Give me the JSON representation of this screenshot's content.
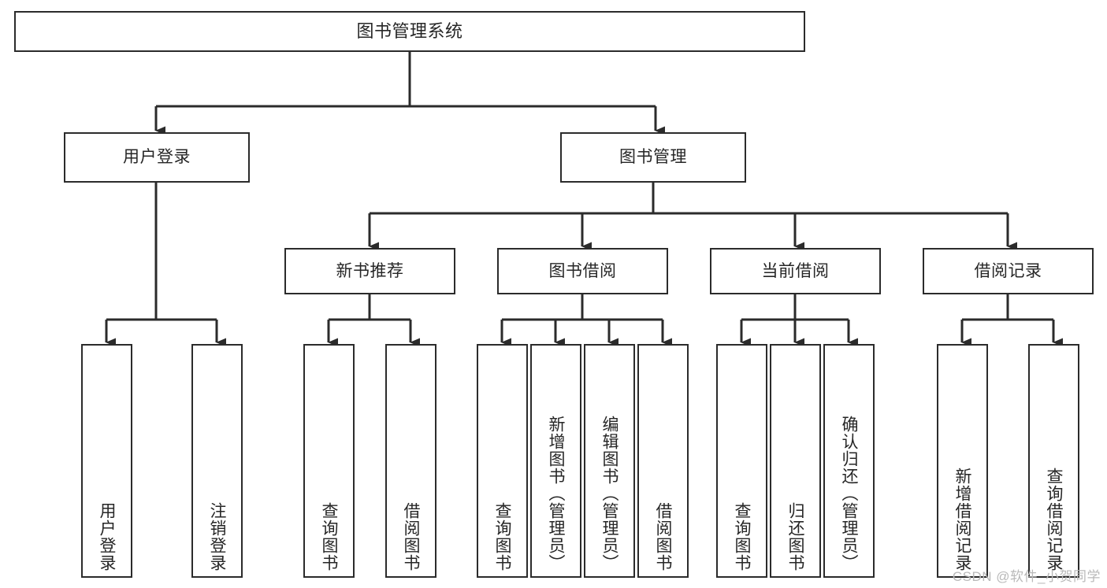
{
  "diagram": {
    "title": "图书管理系统",
    "watermark": "CSDN @软件_小贺同学",
    "colors": {
      "stroke": "#2b2b2b",
      "fill": "#ffffff",
      "text": "#262626",
      "watermark": "#b9b9b9"
    },
    "nodes": {
      "root": "图书管理系统",
      "level2": {
        "user_login": "用户登录",
        "book_manage": "图书管理"
      },
      "level3": {
        "new_book_recommend": "新书推荐",
        "book_borrow": "图书借阅",
        "current_borrow": "当前借阅",
        "borrow_record": "借阅记录"
      },
      "leaves": {
        "user_login_1": "用户登录",
        "user_login_2": "注销登录",
        "recommend_1": "查询图书",
        "recommend_2": "借阅图书",
        "borrow_1": "查询图书",
        "borrow_2": "新增图书（管理员）",
        "borrow_3": "编辑图书（管理员）",
        "borrow_4": "借阅图书",
        "current_1": "查询图书",
        "current_2": "归还图书",
        "current_3": "确认归还（管理员）",
        "record_1": "新增借阅记录",
        "record_2": "查询借阅记录"
      }
    }
  }
}
